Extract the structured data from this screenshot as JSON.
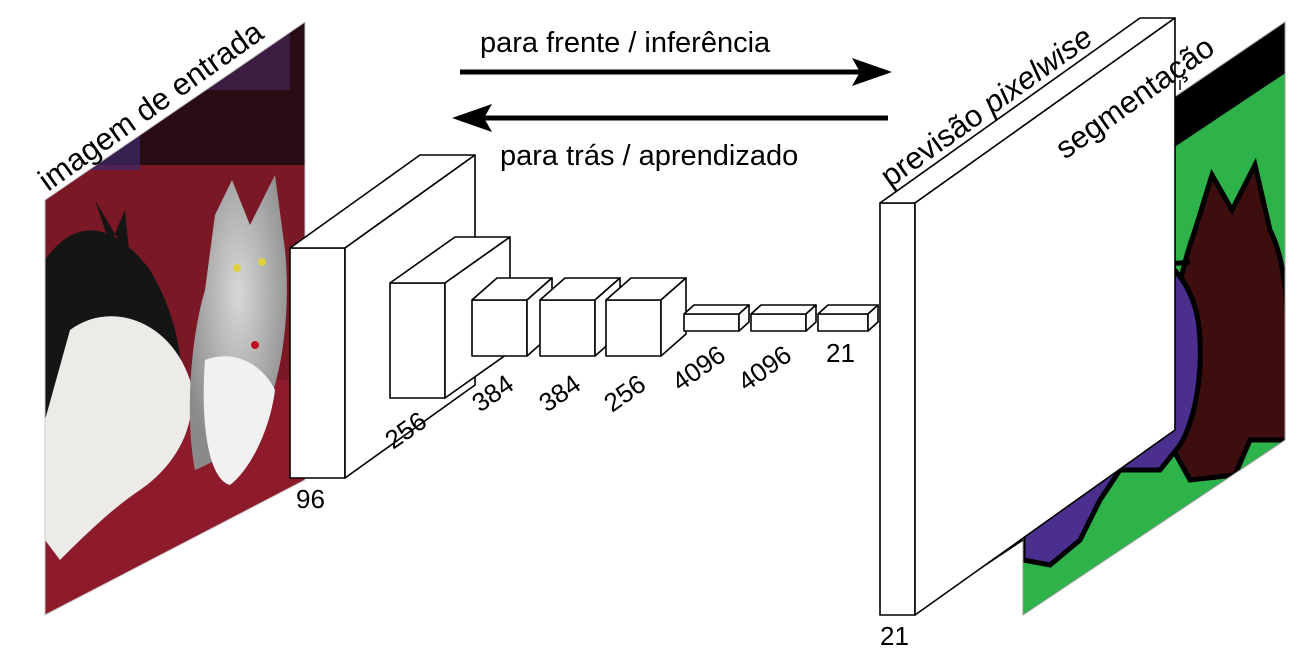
{
  "diagram": {
    "title_input": "imagem de entrada",
    "title_output_prefix": "previsão ",
    "title_output_emph": "pixelwise",
    "title_segmentation": "segmentação",
    "forward_label": "para frente / inferência",
    "backward_label": "para trás / aprendizado",
    "layers": [
      {
        "label": "96"
      },
      {
        "label": "256"
      },
      {
        "label": "384"
      },
      {
        "label": "384"
      },
      {
        "label": "256"
      },
      {
        "label": "4096"
      },
      {
        "label": "4096"
      },
      {
        "label": "21"
      }
    ],
    "output_label": "21",
    "colors": {
      "segmentation_background": "#2db34a",
      "dog_mask": "#4b2f8f",
      "cat_mask": "#3d0e0d",
      "boundary": "#000000",
      "blue_patch": "#1d4d8a",
      "photo_red": "#8a1a2a",
      "photo_dark": "#2a0c12"
    }
  }
}
